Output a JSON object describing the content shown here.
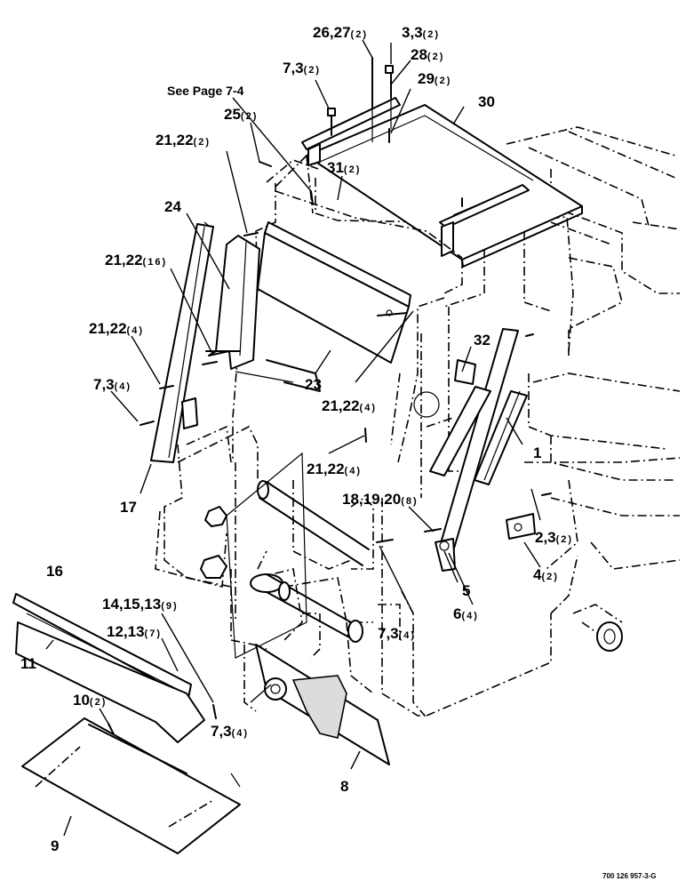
{
  "page_ref": "See Page 7-4",
  "drawing_code": "700 126 957-3-G",
  "callouts": [
    {
      "id": "c26",
      "ref": "26,27",
      "qty": "(2)"
    },
    {
      "id": "c3a",
      "ref": "3,3",
      "qty": "(2)"
    },
    {
      "id": "c28",
      "ref": "28",
      "qty": "(2)"
    },
    {
      "id": "c7a",
      "ref": "7,3",
      "qty": "(2)"
    },
    {
      "id": "c29",
      "ref": "29",
      "qty": "(2)"
    },
    {
      "id": "c30",
      "ref": "30",
      "qty": ""
    },
    {
      "id": "c25",
      "ref": "25",
      "qty": "(2)"
    },
    {
      "id": "c21a",
      "ref": "21,22",
      "qty": "(2)"
    },
    {
      "id": "c31",
      "ref": "31",
      "qty": "(2)"
    },
    {
      "id": "c24",
      "ref": "24",
      "qty": ""
    },
    {
      "id": "c21b",
      "ref": "21,22",
      "qty": "(16)"
    },
    {
      "id": "c21c",
      "ref": "21,22",
      "qty": "(4)"
    },
    {
      "id": "c32",
      "ref": "32",
      "qty": ""
    },
    {
      "id": "c7b",
      "ref": "7,3",
      "qty": "(4)"
    },
    {
      "id": "c23",
      "ref": "23",
      "qty": ""
    },
    {
      "id": "c21d",
      "ref": "21,22",
      "qty": "(4)"
    },
    {
      "id": "c1",
      "ref": "1",
      "qty": ""
    },
    {
      "id": "c17",
      "ref": "17",
      "qty": ""
    },
    {
      "id": "c21e",
      "ref": "21,22",
      "qty": "(4)"
    },
    {
      "id": "c18",
      "ref": "18,19,20",
      "qty": "(8)"
    },
    {
      "id": "c2",
      "ref": "2,3",
      "qty": "(2)"
    },
    {
      "id": "c4",
      "ref": "4",
      "qty": "(2)"
    },
    {
      "id": "c5",
      "ref": "5",
      "qty": ""
    },
    {
      "id": "c16",
      "ref": "16",
      "qty": ""
    },
    {
      "id": "c14",
      "ref": "14,15,13",
      "qty": "(9)"
    },
    {
      "id": "c6",
      "ref": "6",
      "qty": "(4)"
    },
    {
      "id": "c12",
      "ref": "12,13",
      "qty": "(7)"
    },
    {
      "id": "c7c",
      "ref": "7,3",
      "qty": "(4)"
    },
    {
      "id": "c11",
      "ref": "11",
      "qty": ""
    },
    {
      "id": "c10",
      "ref": "10",
      "qty": "(2)"
    },
    {
      "id": "c7d",
      "ref": "7,3",
      "qty": "(4)"
    },
    {
      "id": "c8",
      "ref": "8",
      "qty": ""
    },
    {
      "id": "c9",
      "ref": "9",
      "qty": ""
    }
  ]
}
